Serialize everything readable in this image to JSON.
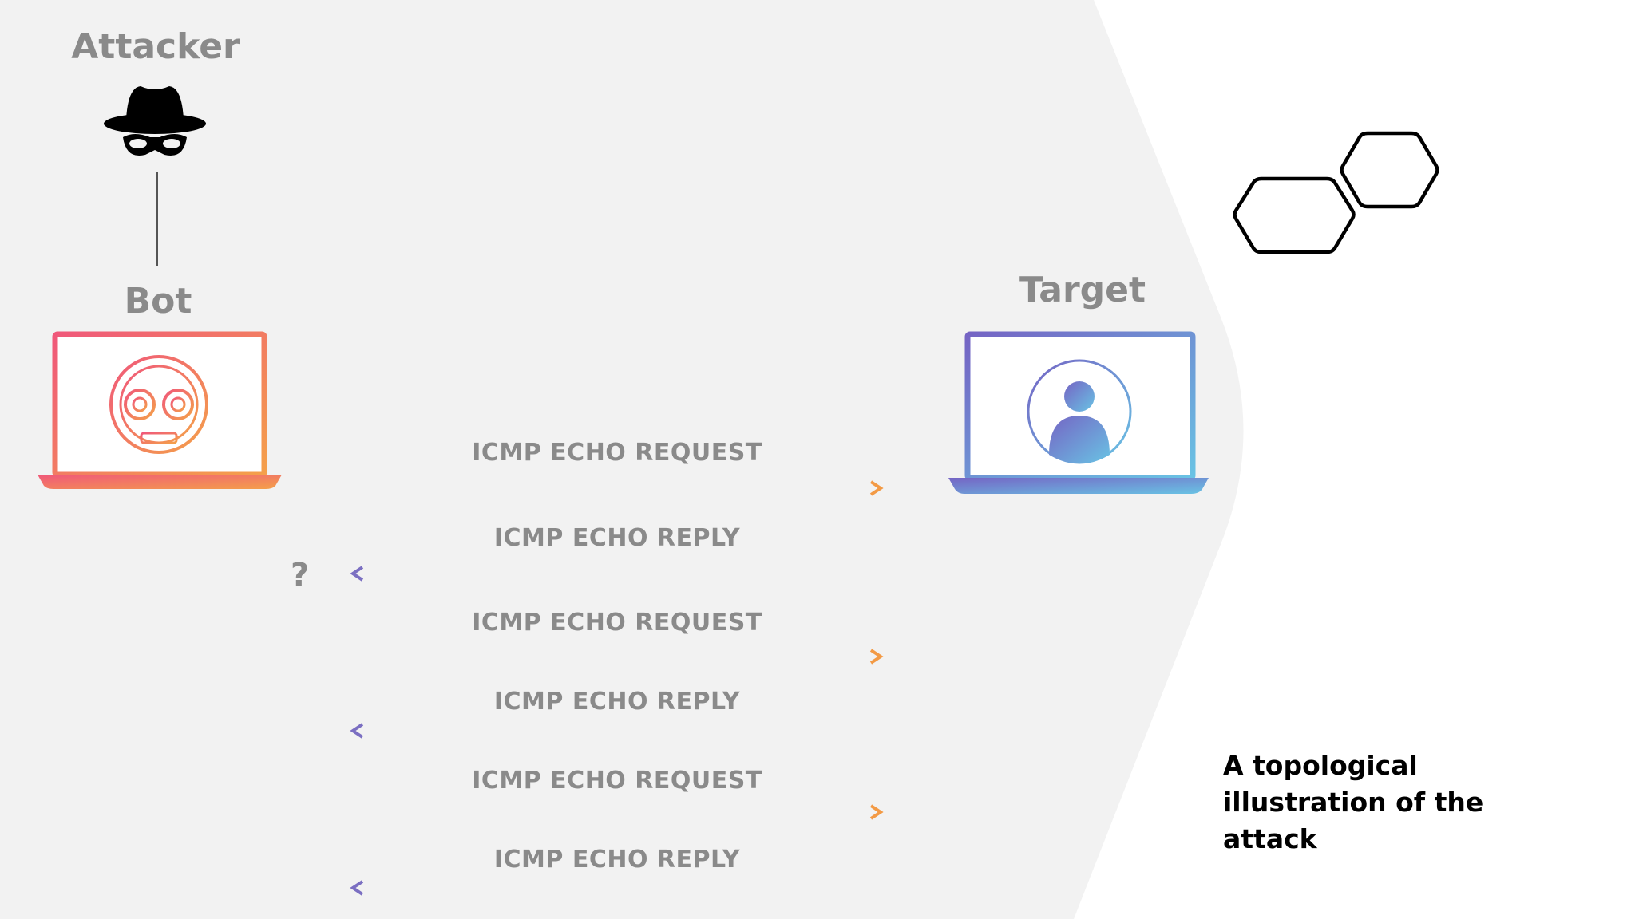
{
  "nodes": {
    "attacker": "Attacker",
    "bot": "Bot",
    "target": "Target"
  },
  "messages": [
    {
      "label": "ICMP ECHO REQUEST",
      "direction": "to-target"
    },
    {
      "label": "ICMP ECHO REPLY",
      "direction": "to-bot"
    },
    {
      "label": "ICMP ECHO REQUEST",
      "direction": "to-target"
    },
    {
      "label": "ICMP ECHO REPLY",
      "direction": "to-bot"
    },
    {
      "label": "ICMP ECHO REQUEST",
      "direction": "to-target"
    },
    {
      "label": "ICMP ECHO REPLY",
      "direction": "to-bot"
    }
  ],
  "question_mark": "?",
  "caption": "A topological illustration of the attack",
  "icons": {
    "attacker": "spy-hat-icon",
    "bot": "robot-laptop-icon",
    "target": "user-laptop-icon",
    "decoration": "hexagon-outline-icon"
  },
  "colors": {
    "panel": "#f2f2f2",
    "request_start": "#f06a7e",
    "request_end": "#f39a45",
    "reply_start": "#7b6fc2",
    "reply_end": "#66bde0",
    "label_gray": "#8a8a8a"
  }
}
